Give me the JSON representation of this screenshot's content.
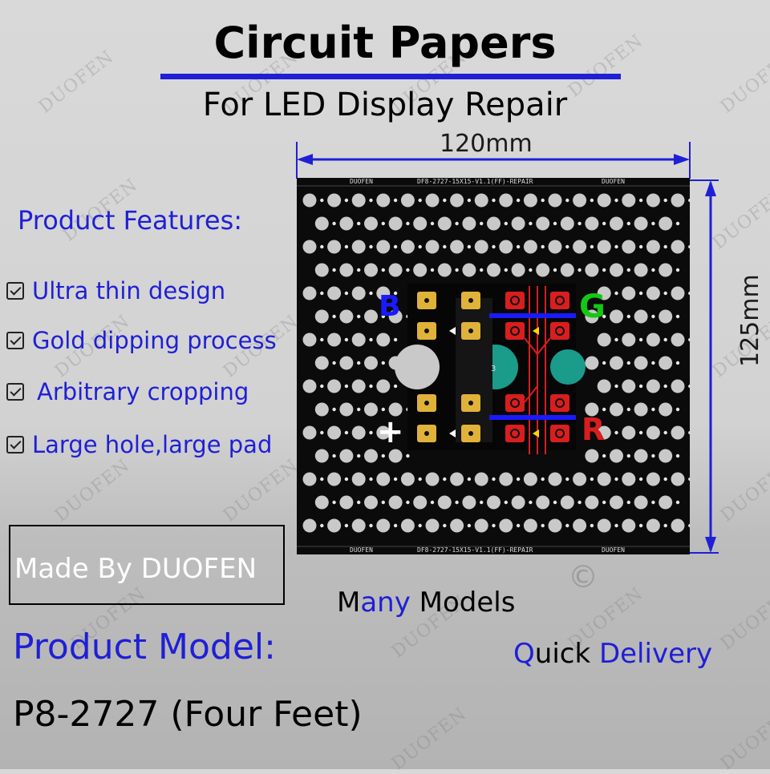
{
  "header": {
    "title": "Circuit Papers",
    "subtitle": "For LED Display Repair"
  },
  "dimensions": {
    "width": "120mm",
    "height": "125mm"
  },
  "board": {
    "label_left": "DUOFEN",
    "label_center": "DF8-2727-15X15-V1.1(FF)-REPAIR",
    "label_right": "DUOFEN",
    "pins": {
      "b": "B",
      "g": "G",
      "plus": "+",
      "r": "R",
      "pad_number": "3"
    },
    "colors": {
      "board": "#0b0b0b",
      "hole": "#c9c9c9",
      "gold": "#e0b23a",
      "red": "#d81e1e",
      "blue": "#1a1aff",
      "green": "#14c814"
    }
  },
  "features": {
    "heading": "Product Features:",
    "items": [
      "Ultra thin design",
      "Gold dipping process",
      "Arbitrary cropping",
      "Large hole,large pad"
    ]
  },
  "badge": {
    "text": "Made By DUOFEN"
  },
  "many_models": {
    "part1": "M",
    "part2": "any ",
    "part3": "M",
    "part4": "odels"
  },
  "quick_delivery": {
    "part1": "Q",
    "part2": "uick ",
    "part3": "D",
    "part4": "elivery"
  },
  "product_model": {
    "heading": "Product Model:",
    "value": "P8-2727  (Four Feet)"
  },
  "watermark": {
    "text": "DUOFEN",
    "copyright": "©"
  },
  "colors": {
    "accent_blue": "#1f1fd6",
    "text_black": "#000000"
  }
}
